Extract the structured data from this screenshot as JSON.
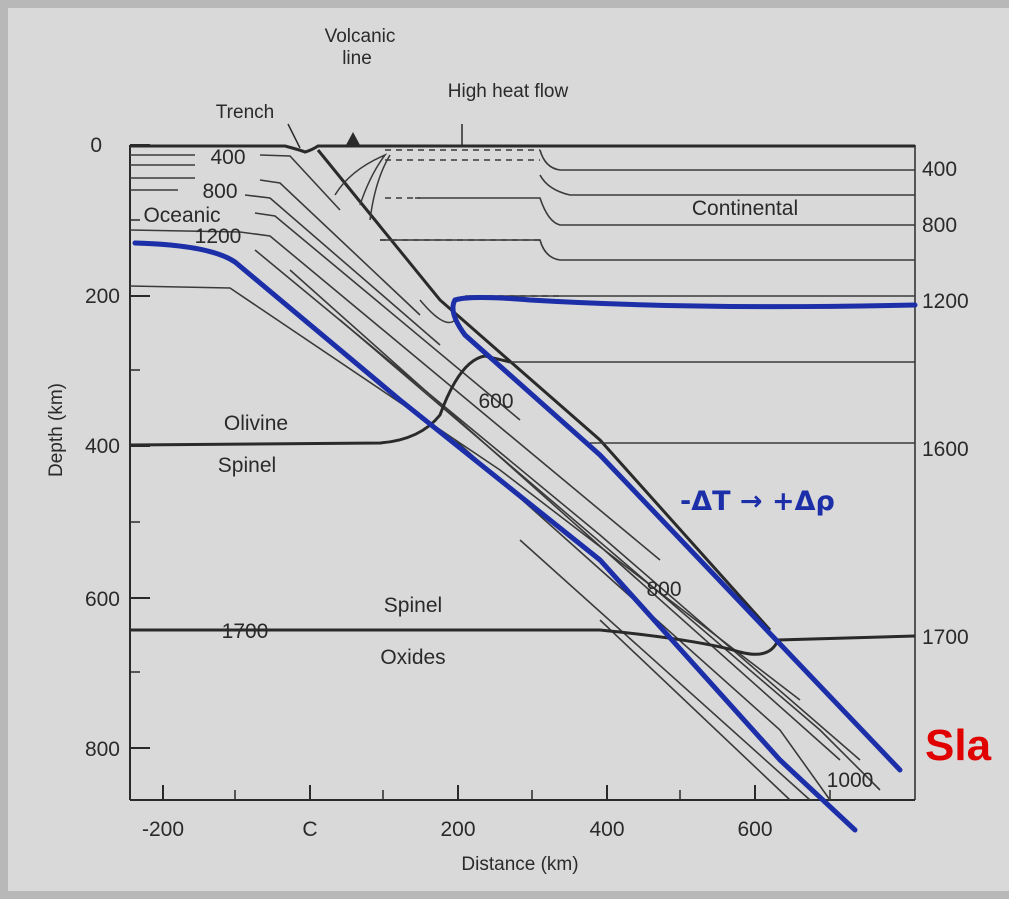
{
  "annotations": {
    "volcanic_line": "Volcanic line",
    "high_heat_flow": "High heat flow",
    "trench": "Trench",
    "oceanic": "Oceanic",
    "continental": "Continental",
    "olivine": "Olivine",
    "spinel_upper": "Spinel",
    "spinel_lower": "Spinel",
    "oxides": "Oxides",
    "slab_label": "Sla",
    "density_note": "-ΔT → +Δρ"
  },
  "isotherm_labels": {
    "left": [
      "400",
      "800",
      "1200",
      "1700"
    ],
    "inner": [
      "600",
      "800",
      "1000"
    ],
    "right": [
      "400",
      "800",
      "1200",
      "1600",
      "1700"
    ]
  },
  "axes": {
    "y_label": "Depth  (km)",
    "x_label": "Distance  (km)",
    "y_ticks": [
      "0",
      "200",
      "400",
      "600",
      "800"
    ],
    "x_ticks": [
      "-200",
      "C",
      "200",
      "400",
      "600"
    ]
  },
  "colors": {
    "background": "#d9d9d9",
    "ink": "#2a2a2a",
    "slab_outline": "#1c2fa8",
    "title_red": "#e00000"
  }
}
